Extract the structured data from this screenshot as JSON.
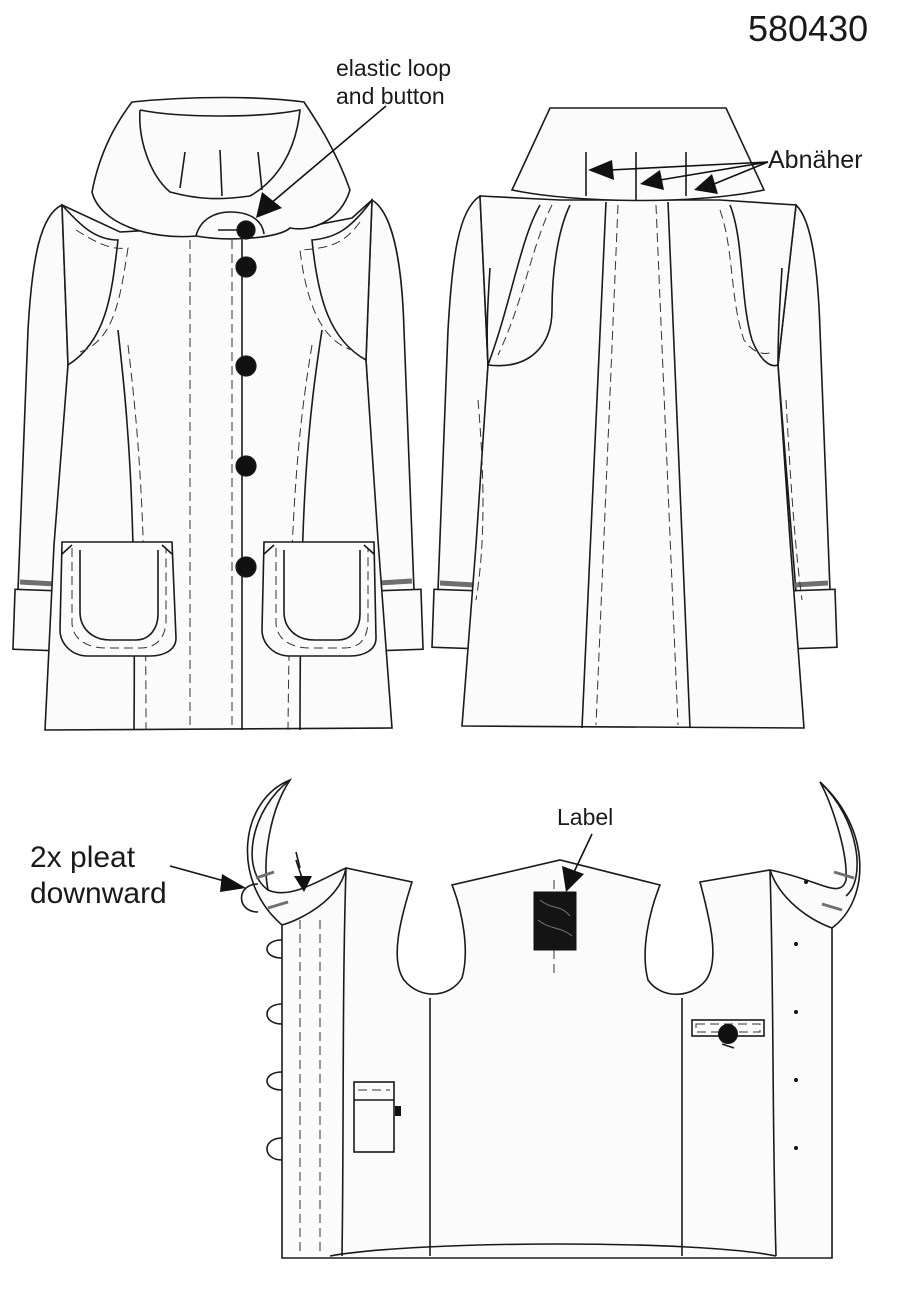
{
  "pattern_number": "580430",
  "annotations": {
    "elastic_loop": "elastic loop\nand button",
    "darts": "Abnäher",
    "pleat": "2x pleat\ndownward",
    "label": "Label"
  },
  "views": [
    "front-view",
    "back-view",
    "flat-layout"
  ],
  "front": {
    "button_count": 5,
    "pocket_count": 2
  },
  "colors": {
    "line": "#1a1a1a",
    "cuff_band": "#6e6e6e",
    "fill": "#fbfbfb"
  }
}
